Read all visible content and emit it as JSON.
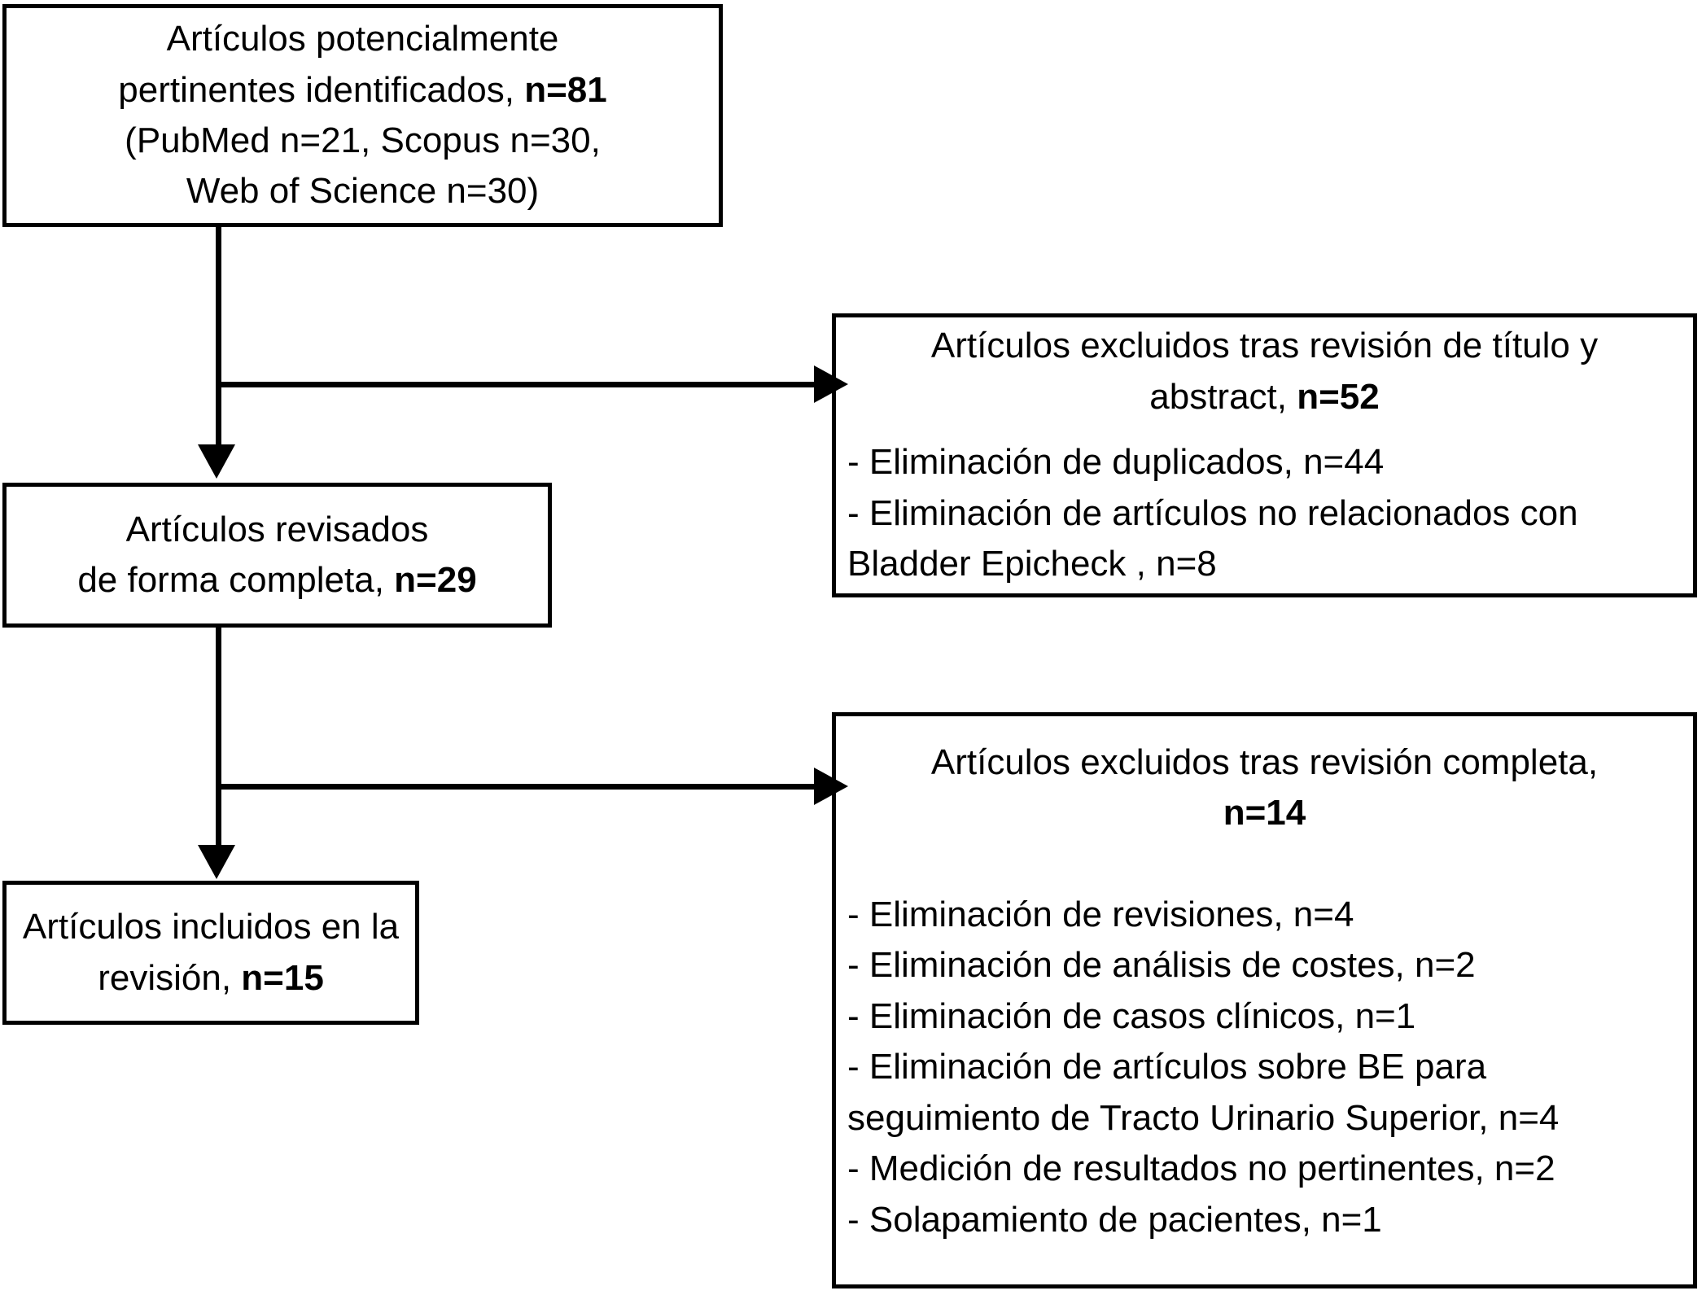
{
  "diagram": {
    "type": "prisma-flowchart",
    "language": "es",
    "nodes": {
      "identified": {
        "name": "articulos-potencialmente-pertinentes",
        "lines": [
          {
            "text": "Artículos potencialmente",
            "bold": false
          },
          {
            "text": "pertinentes identificados, ",
            "bold": false,
            "tail": "n=81",
            "tail_bold": true
          },
          {
            "text": "(PubMed n=21, Scopus n=30,",
            "bold": false
          },
          {
            "text": "Web of Science n=30)",
            "bold": false
          }
        ],
        "full_text": "Artículos potencialmente pertinentes identificados, n=81 (PubMed n=21, Scopus n=30, Web of Science n=30)",
        "count": 81,
        "sources": [
          {
            "label": "PubMed",
            "n": 21
          },
          {
            "label": "Scopus",
            "n": 30
          },
          {
            "label": "Web of Science",
            "n": 30
          }
        ]
      },
      "reviewed": {
        "name": "articulos-revisados-forma-completa",
        "lines": [
          {
            "text": "Artículos revisados",
            "bold": false
          },
          {
            "text": "de forma completa, ",
            "bold": false,
            "tail": "n=29",
            "tail_bold": true
          }
        ],
        "full_text": "Artículos revisados de forma completa, n=29",
        "count": 29
      },
      "included": {
        "name": "articulos-incluidos-revision",
        "lines": [
          {
            "text": "Artículos incluidos en la",
            "bold": false
          },
          {
            "text": "revisión, ",
            "bold": false,
            "tail": "n=15",
            "tail_bold": true
          }
        ],
        "full_text": "Artículos incluidos en la revisión, n=15",
        "count": 15
      },
      "excluded_title_abstract": {
        "name": "articulos-excluidos-titulo-abstract",
        "heading_lines": [
          {
            "text": "Artículos excluidos tras revisión de título y",
            "bold": false
          },
          {
            "text": "abstract, ",
            "bold": false,
            "tail": "n=52",
            "tail_bold": true
          }
        ],
        "heading_text": "Artículos excluidos tras revisión de título y abstract, n=52",
        "count": 52,
        "reasons": [
          {
            "text": "- Eliminación de duplicados, n=44",
            "n": 44
          },
          {
            "text": "- Eliminación de artículos no relacionados con",
            "n": null
          },
          {
            "text": "Bladder Epicheck , n=8",
            "n": 8
          }
        ]
      },
      "excluded_full_review": {
        "name": "articulos-excluidos-revision-completa",
        "heading_lines": [
          {
            "text": "Artículos excluidos tras revisión completa,",
            "bold": false
          },
          {
            "text": "n=14",
            "bold": true
          }
        ],
        "heading_text": "Artículos excluidos tras revisión completa, n=14",
        "count": 14,
        "reasons": [
          {
            "text": "- Eliminación de revisiones, n=4",
            "n": 4
          },
          {
            "text": "- Eliminación de análisis de costes, n=2",
            "n": 2
          },
          {
            "text": "- Eliminación de casos clínicos, n=1",
            "n": 1
          },
          {
            "text": "- Eliminación de artículos sobre BE para",
            "n": null
          },
          {
            "text": "seguimiento de Tracto Urinario Superior, n=4",
            "n": 4
          },
          {
            "text": "- Medición de resultados no pertinentes, n=2",
            "n": 2
          },
          {
            "text": "- Solapamiento de pacientes, n=1",
            "n": 1
          }
        ]
      }
    },
    "connectors": [
      {
        "name": "identified-to-reviewed",
        "from": "identified",
        "to": "reviewed",
        "direction": "down",
        "arrowhead": true
      },
      {
        "name": "identified-to-excluded-title-abstract",
        "from": "identified",
        "to": "excluded_title_abstract",
        "direction": "right",
        "arrowhead": true
      },
      {
        "name": "reviewed-to-included",
        "from": "reviewed",
        "to": "included",
        "direction": "down",
        "arrowhead": true
      },
      {
        "name": "reviewed-to-excluded-full-review",
        "from": "reviewed",
        "to": "excluded_full_review",
        "direction": "right",
        "arrowhead": true
      }
    ],
    "colors": {
      "stroke": "#000000",
      "fill": "#ffffff",
      "text": "#000000"
    }
  }
}
